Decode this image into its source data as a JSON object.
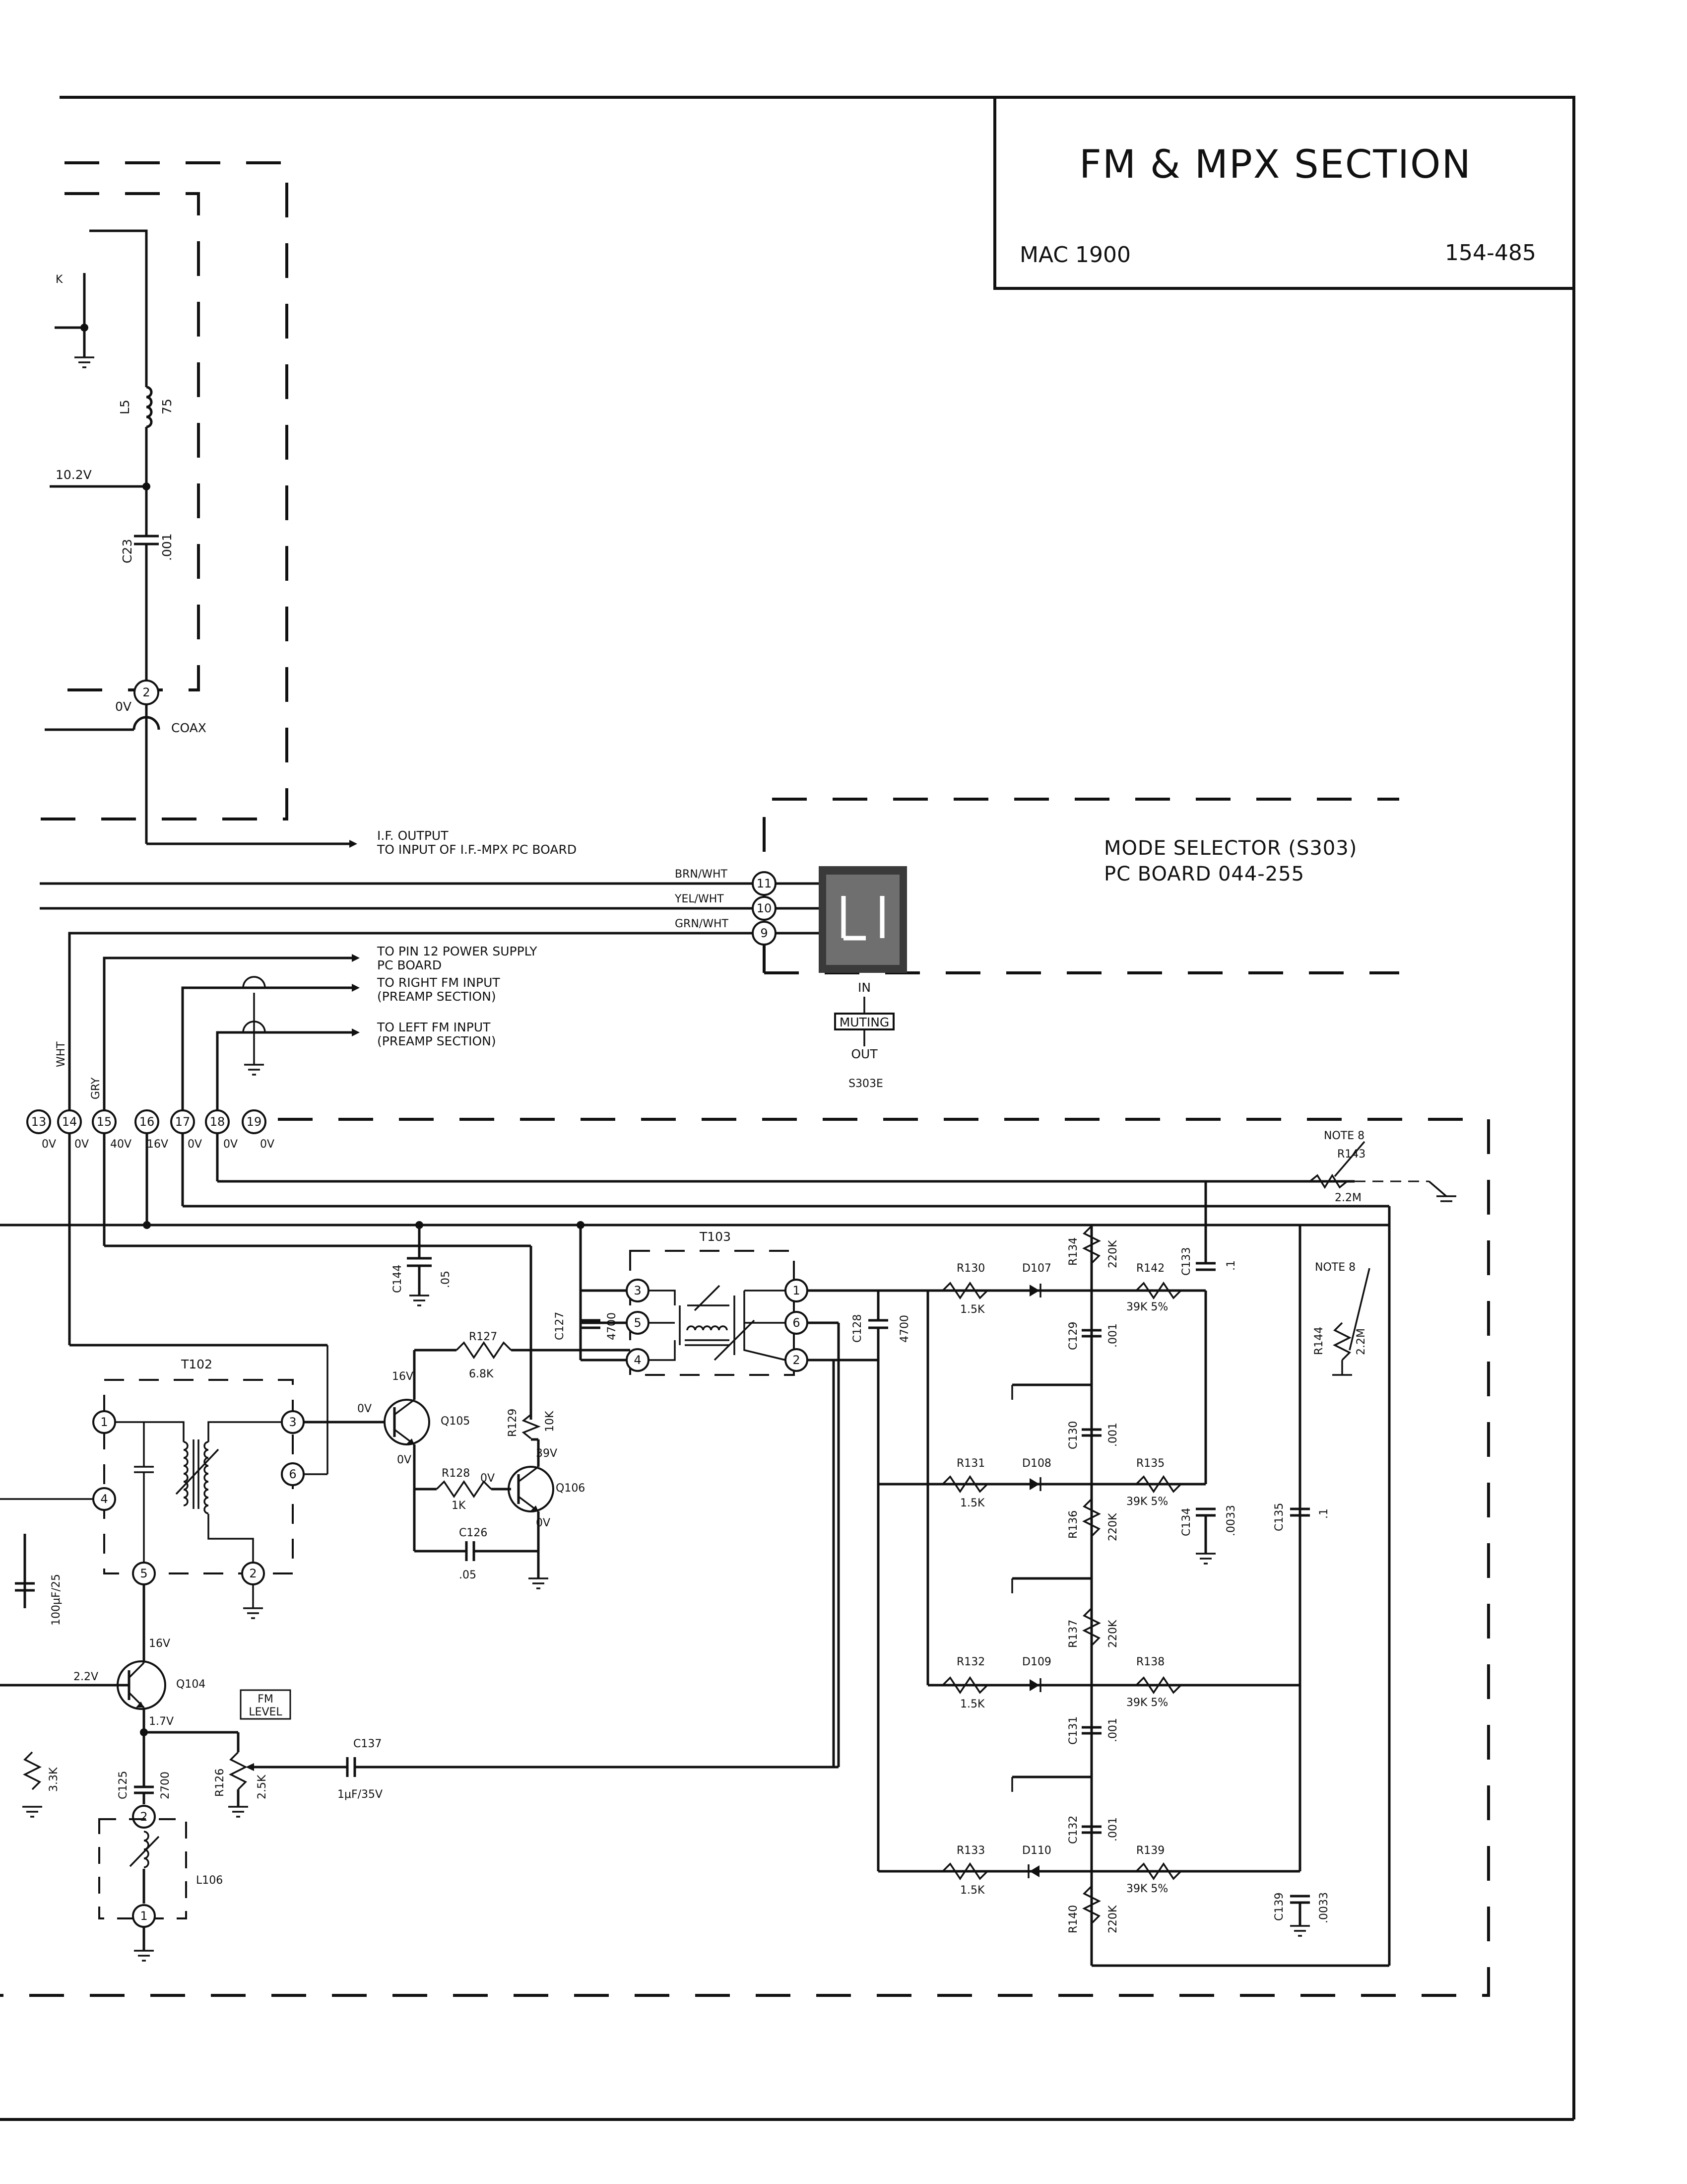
{
  "title_block": {
    "title": "FM & MPX SECTION",
    "model": "MAC 1900",
    "drawing_number": "154-485"
  },
  "mode_selector": {
    "line1": "MODE SELECTOR (S303)",
    "line2": "PC BOARD 044-255",
    "pins": [
      "11",
      "10",
      "9"
    ],
    "wires": [
      "BRN/WHT",
      "YEL/WHT",
      "GRN/WHT"
    ],
    "switch_in": "IN",
    "switch_label": "MUTING",
    "switch_out": "OUT",
    "switch_ref": "S303E"
  },
  "annotations": {
    "if_output": [
      "I.F. OUTPUT",
      "TO INPUT OF I.F.-MPX PC BOARD"
    ],
    "pin12": [
      "TO PIN 12 POWER SUPPLY",
      "PC BOARD"
    ],
    "right_fm": [
      "TO RIGHT FM INPUT",
      "(PREAMP SECTION)"
    ],
    "left_fm": [
      "TO LEFT FM INPUT",
      "(PREAMP SECTION)"
    ],
    "coax": "COAX",
    "wht": "WHT",
    "gry": "GRY",
    "note8": "NOTE 8",
    "k": "K"
  },
  "connector_pins": [
    {
      "pin": "13",
      "voltage": "0V"
    },
    {
      "pin": "14",
      "voltage": "0V"
    },
    {
      "pin": "15",
      "voltage": "40V"
    },
    {
      "pin": "16",
      "voltage": "16V"
    },
    {
      "pin": "17",
      "voltage": "0V"
    },
    {
      "pin": "18",
      "voltage": "0V"
    },
    {
      "pin": "19",
      "voltage": "0V"
    }
  ],
  "voltages": {
    "v10_2": "10.2V",
    "coax_0v": "0V",
    "q105_b": "0V",
    "q105_c": "16V",
    "q105_e": "0V",
    "q106_b": "0V",
    "q106_c": "39V",
    "q106_e": "0V",
    "q104_c": "16V",
    "q104_b": "2.2V",
    "q104_e": "1.7V"
  },
  "components": {
    "L5": {
      "ref": "L5",
      "value": "75"
    },
    "C23": {
      "ref": "C23",
      "value": ".001"
    },
    "C144": {
      "ref": "C144",
      "value": ".05"
    },
    "R127": {
      "ref": "R127",
      "value": "6.8K"
    },
    "R129": {
      "ref": "R129",
      "value": "10K"
    },
    "R128": {
      "ref": "R128",
      "value": "1K"
    },
    "C126": {
      "ref": "C126",
      "value": ".05"
    },
    "Q105": {
      "ref": "Q105"
    },
    "Q106": {
      "ref": "Q106"
    },
    "Q104": {
      "ref": "Q104"
    },
    "T102": {
      "ref": "T102"
    },
    "T103": {
      "ref": "T103"
    },
    "C127": {
      "ref": "C127",
      "value": "4700"
    },
    "C128": {
      "ref": "C128",
      "value": "4700"
    },
    "C100": {
      "value": "100μF/25"
    },
    "R_left": {
      "value": "3.3K"
    },
    "C125": {
      "ref": "C125",
      "value": "2700"
    },
    "R126": {
      "ref": "R126",
      "value": "2.5K"
    },
    "FM_LEVEL": {
      "line1": "FM",
      "line2": "LEVEL"
    },
    "C137": {
      "ref": "C137",
      "value": "1μF/35V"
    },
    "L106": {
      "ref": "L106"
    },
    "R130": {
      "ref": "R130",
      "value": "1.5K"
    },
    "R131": {
      "ref": "R131",
      "value": "1.5K"
    },
    "R132": {
      "ref": "R132",
      "value": "1.5K"
    },
    "R133": {
      "ref": "R133",
      "value": "1.5K"
    },
    "D107": {
      "ref": "D107"
    },
    "D108": {
      "ref": "D108"
    },
    "D109": {
      "ref": "D109"
    },
    "D110": {
      "ref": "D110"
    },
    "R134": {
      "ref": "R134",
      "value": "220K"
    },
    "R136": {
      "ref": "R136",
      "value": "220K"
    },
    "R137": {
      "ref": "R137",
      "value": "220K"
    },
    "R140": {
      "ref": "R140",
      "value": "220K"
    },
    "R142": {
      "ref": "R142",
      "value": "39K 5%"
    },
    "R135": {
      "ref": "R135",
      "value": "39K 5%"
    },
    "R138": {
      "ref": "R138",
      "value": "39K 5%"
    },
    "R139": {
      "ref": "R139",
      "value": "39K 5%"
    },
    "C129": {
      "ref": "C129",
      "value": ".001"
    },
    "C130": {
      "ref": "C130",
      "value": ".001"
    },
    "C131": {
      "ref": "C131",
      "value": ".001"
    },
    "C132": {
      "ref": "C132",
      "value": ".001"
    },
    "C133": {
      "ref": "C133",
      "value": ".1"
    },
    "C134": {
      "ref": "C134",
      "value": ".0033"
    },
    "C135": {
      "ref": "C135",
      "value": ".1"
    },
    "C139": {
      "ref": "C139",
      "value": ".0033"
    },
    "R143": {
      "ref": "R143",
      "value": "2.2M"
    },
    "R144": {
      "ref": "R144",
      "value": "2.2M"
    }
  }
}
